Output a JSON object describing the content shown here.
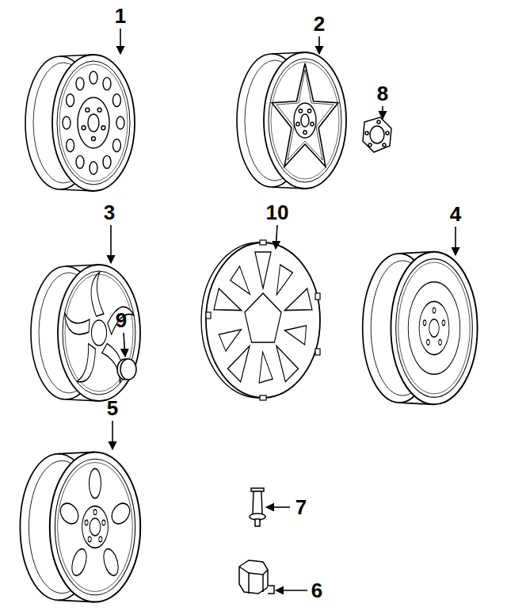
{
  "diagram": {
    "labels": [
      "1",
      "2",
      "8",
      "3",
      "10",
      "9",
      "4",
      "5",
      "7",
      "6"
    ]
  }
}
